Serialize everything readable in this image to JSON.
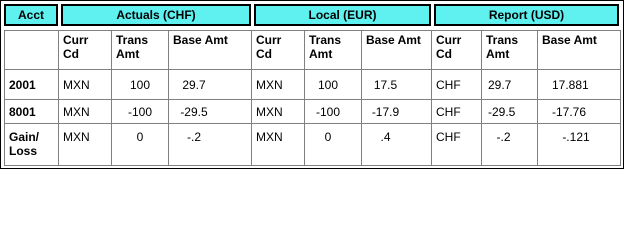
{
  "headers": {
    "acct": "Acct",
    "actuals": "Actuals (CHF)",
    "local": "Local (EUR)",
    "report": "Report (USD)"
  },
  "subheaders": {
    "curr_cd": "Curr\nCd",
    "trans_amt": "Trans\nAmt",
    "base_amt": "Base Amt"
  },
  "rows": [
    {
      "acct": "2001",
      "actuals": {
        "curr": "MXN",
        "trans": "100",
        "base": "29.7"
      },
      "local": {
        "curr": "MXN",
        "trans": "100",
        "base": "17.5"
      },
      "report": {
        "curr": "CHF",
        "trans": "29.7",
        "base": "17.881"
      }
    },
    {
      "acct": "8001",
      "actuals": {
        "curr": "MXN",
        "trans": "-100",
        "base": "-29.5"
      },
      "local": {
        "curr": "MXN",
        "trans": "-100",
        "base": "-17.9"
      },
      "report": {
        "curr": "CHF",
        "trans": "-29.5",
        "base": "-17.76"
      }
    },
    {
      "acct": "Gain/\nLoss",
      "actuals": {
        "curr": "MXN",
        "trans": "0",
        "base": "-.2"
      },
      "local": {
        "curr": "MXN",
        "trans": "0",
        "base": ".4"
      },
      "report": {
        "curr": "CHF",
        "trans": "-.2",
        "base": "-.121"
      }
    }
  ],
  "colors": {
    "header_fill": "#5ff0f0",
    "grid_line": "#808080",
    "outer_border": "#000000"
  }
}
